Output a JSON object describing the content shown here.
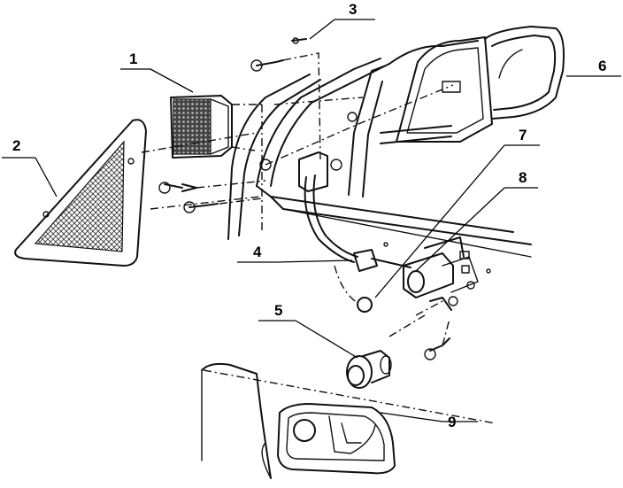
{
  "diagram": {
    "callouts": [
      {
        "id": "1",
        "label": "1"
      },
      {
        "id": "2",
        "label": "2"
      },
      {
        "id": "3",
        "label": "3"
      },
      {
        "id": "4",
        "label": "4"
      },
      {
        "id": "5",
        "label": "5"
      },
      {
        "id": "6",
        "label": "6"
      },
      {
        "id": "7",
        "label": "7"
      },
      {
        "id": "8",
        "label": "8"
      },
      {
        "id": "9",
        "label": "9"
      }
    ],
    "colors": {
      "ink": "#111111",
      "paper": "#ffffff"
    }
  }
}
